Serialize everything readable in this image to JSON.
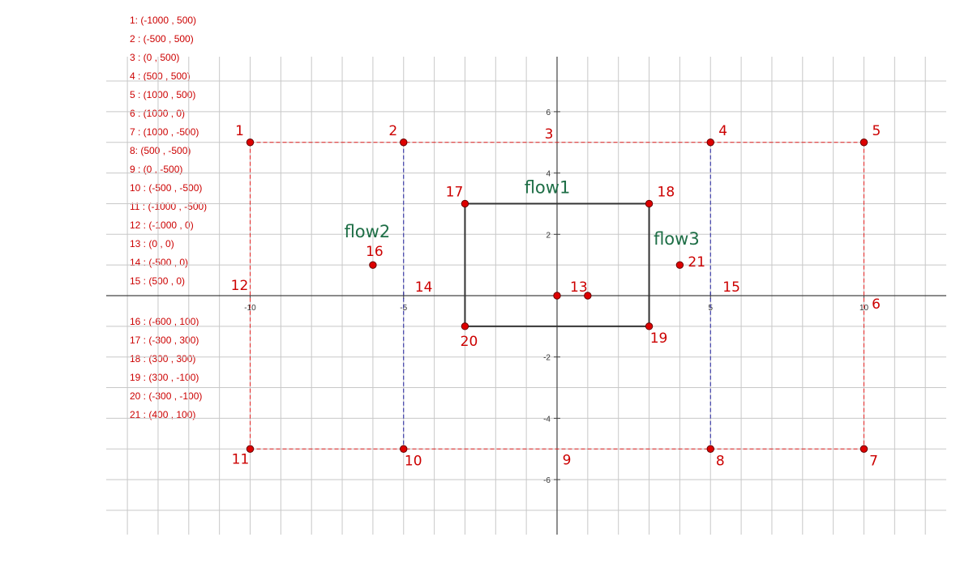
{
  "legend": {
    "items_a": [
      "1: (-1000 , 500)",
      "2 : (-500 , 500)",
      "3 : (0 , 500)",
      "4 : (500 , 500)",
      "5 : (1000 , 500)",
      "6 : (1000 , 0)",
      "7 : (1000 , -500)",
      "8: (500 , -500)",
      "9 : (0 , -500)",
      "10 : (-500 , -500)",
      "11 : (-1000 , -500)",
      "12 : (-1000 , 0)",
      "13 : (0 , 0)",
      "14 : (-500 , 0)",
      "15 : (500 , 0)"
    ],
    "items_b": [
      "16 : (-600 , 100)",
      "17 : (-300 , 300)",
      "18 : (300 , 300)",
      "19 : (300 , -100)",
      "20 : (-300 , -100)",
      "21 : (400 , 100)"
    ]
  },
  "axes": {
    "x_ticks": [
      {
        "value": -10,
        "label": "-10"
      },
      {
        "value": -5,
        "label": "-5"
      },
      {
        "value": 5,
        "label": "5"
      },
      {
        "value": 10,
        "label": "10"
      }
    ],
    "y_ticks": [
      {
        "value": 6,
        "label": "6"
      },
      {
        "value": 4,
        "label": "4"
      },
      {
        "value": 2,
        "label": "2"
      },
      {
        "value": -2,
        "label": "-2"
      },
      {
        "value": -4,
        "label": "-4"
      },
      {
        "value": -6,
        "label": "-6"
      }
    ]
  },
  "colors": {
    "point": "#dd0000",
    "point_label": "#cc0000",
    "red_dashed": "#e02020",
    "blue_dashed": "#2020a0",
    "rectangle": "#333333",
    "flow_label": "#1e6e46",
    "grid": "#c8c8c8",
    "axis": "#444444"
  },
  "points": [
    {
      "id": "1",
      "label": "1",
      "x": -10,
      "y": 5,
      "label_pos": "up-left"
    },
    {
      "id": "2",
      "label": "2",
      "x": -5,
      "y": 5,
      "label_pos": "up-left"
    },
    {
      "id": "3",
      "label": "3",
      "x": 0,
      "y": 5,
      "label_pos": "up-left",
      "hidden": true
    },
    {
      "id": "4",
      "label": "4",
      "x": 5,
      "y": 5,
      "label_pos": "up-right"
    },
    {
      "id": "5",
      "label": "5",
      "x": 10,
      "y": 5,
      "label_pos": "up-right"
    },
    {
      "id": "6",
      "label": "6",
      "x": 10,
      "y": 0,
      "label_pos": "down-right",
      "hidden": true
    },
    {
      "id": "7",
      "label": "7",
      "x": 10,
      "y": -5,
      "label_pos": "down-right"
    },
    {
      "id": "8",
      "label": "8",
      "x": 5,
      "y": -5,
      "label_pos": "down-right"
    },
    {
      "id": "9",
      "label": "9",
      "x": 0,
      "y": -5,
      "label_pos": "down-right",
      "hidden": true
    },
    {
      "id": "10",
      "label": "10",
      "x": -5,
      "y": -5,
      "label_pos": "down-right"
    },
    {
      "id": "11",
      "label": "11",
      "x": -10,
      "y": -5,
      "label_pos": "down-left"
    },
    {
      "id": "12",
      "label": "12",
      "x": -10,
      "y": 0,
      "label_pos": "up-left",
      "hidden": true
    },
    {
      "id": "13",
      "label": "13",
      "x": 0,
      "y": 0,
      "label_pos": "up-right"
    },
    {
      "id": "14",
      "label": "14",
      "x": -5,
      "y": 0,
      "label_pos": "up-right",
      "hidden": true
    },
    {
      "id": "15",
      "label": "15",
      "x": 5,
      "y": 0,
      "label_pos": "up-right",
      "hidden": true
    },
    {
      "id": "16",
      "label": "16",
      "x": -6,
      "y": 1,
      "label_pos": "up"
    },
    {
      "id": "17",
      "label": "17",
      "x": -3,
      "y": 3,
      "label_pos": "up-left"
    },
    {
      "id": "18",
      "label": "18",
      "x": 3,
      "y": 3,
      "label_pos": "up-right"
    },
    {
      "id": "19",
      "label": "19",
      "x": 3,
      "y": -1,
      "label_pos": "down-right"
    },
    {
      "id": "20",
      "label": "20",
      "x": -3,
      "y": -1,
      "label_pos": "down"
    },
    {
      "id": "21",
      "label": "21",
      "x": 4,
      "y": 1,
      "label_pos": "right"
    },
    {
      "id": "extra",
      "label": "",
      "x": 1,
      "y": 0,
      "label_pos": "none"
    }
  ],
  "flows": [
    {
      "label": "flow1",
      "x": 0,
      "y": 3
    },
    {
      "label": "flow2",
      "x": -6,
      "y": 1
    },
    {
      "label": "flow3",
      "x": 4,
      "y": 1
    }
  ]
}
